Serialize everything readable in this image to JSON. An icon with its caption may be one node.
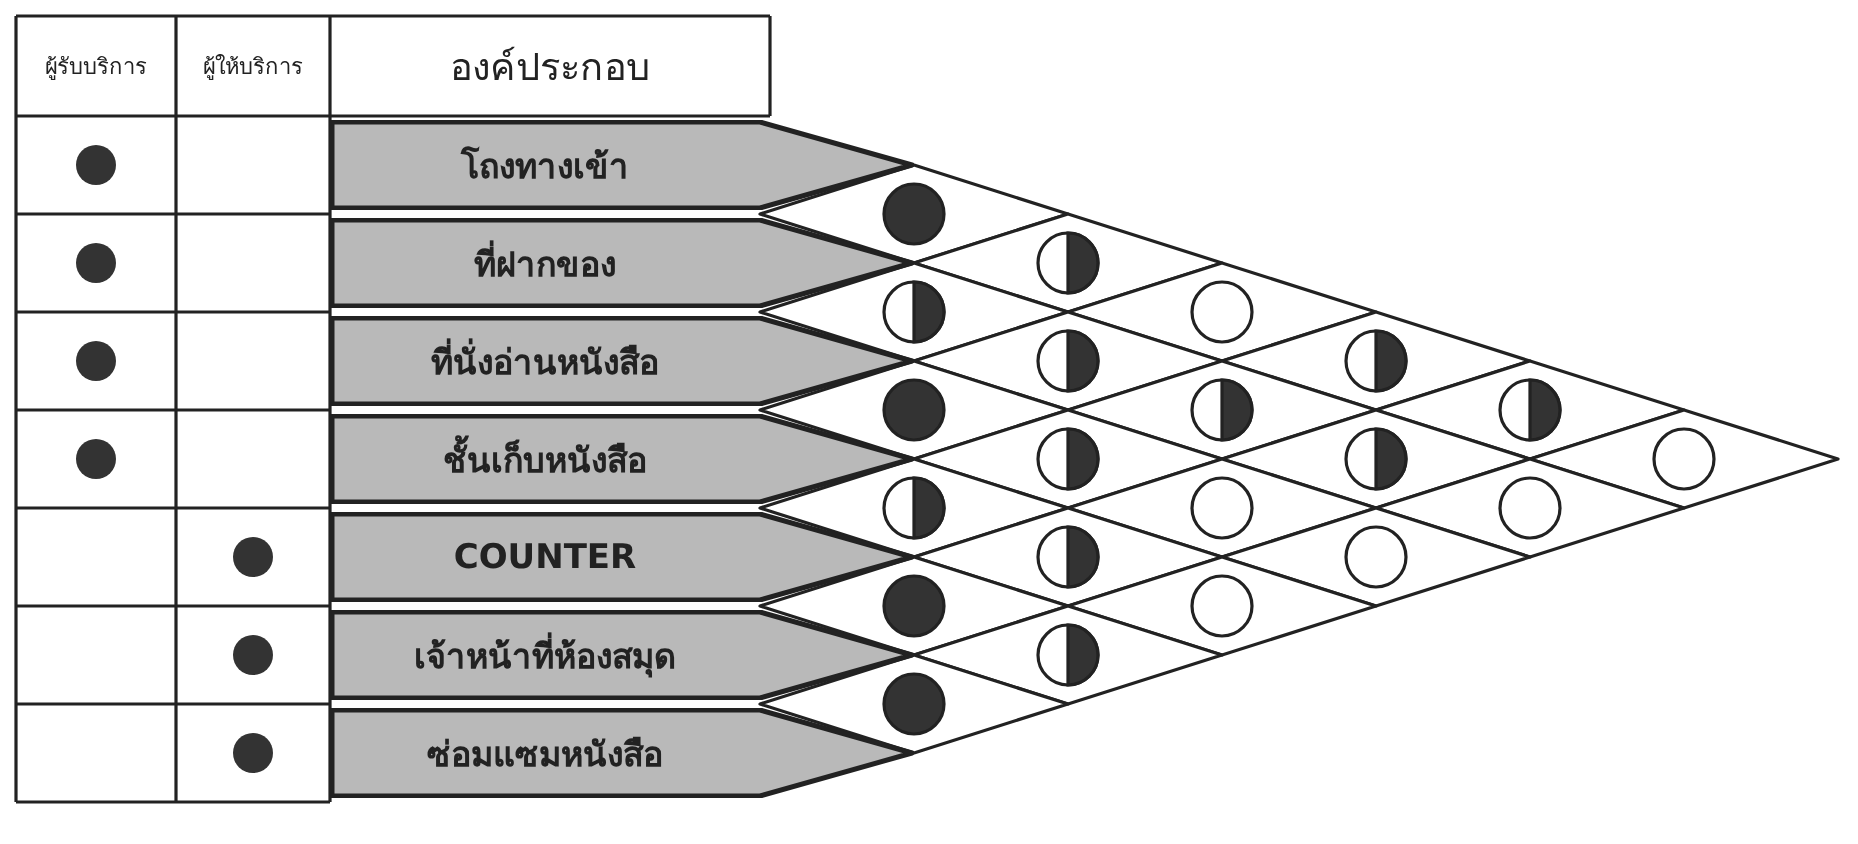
{
  "diagram": {
    "nodes": [
      {
        "text": [
          "โถงทางเข้า"
        ]
      },
      {
        "text": [
          "ที่ฝากของ"
        ]
      },
      {
        "text": [
          "ที่นั่งอ่านหนังสือ"
        ]
      },
      {
        "text": [
          "ชั้นเก็บหนังสือ"
        ]
      },
      {
        "text": [
          "COUNTER"
        ]
      },
      {
        "text": [
          "เจ้าหน้าที่ห้องสมุด"
        ]
      },
      {
        "text": [
          "ซ่อมแซมหนังสือ"
        ]
      }
    ],
    "labels": [
      "ผู้รับบริการ",
      "ผู้ให้บริการ",
      "องค์ประกอบ"
    ]
  }
}
